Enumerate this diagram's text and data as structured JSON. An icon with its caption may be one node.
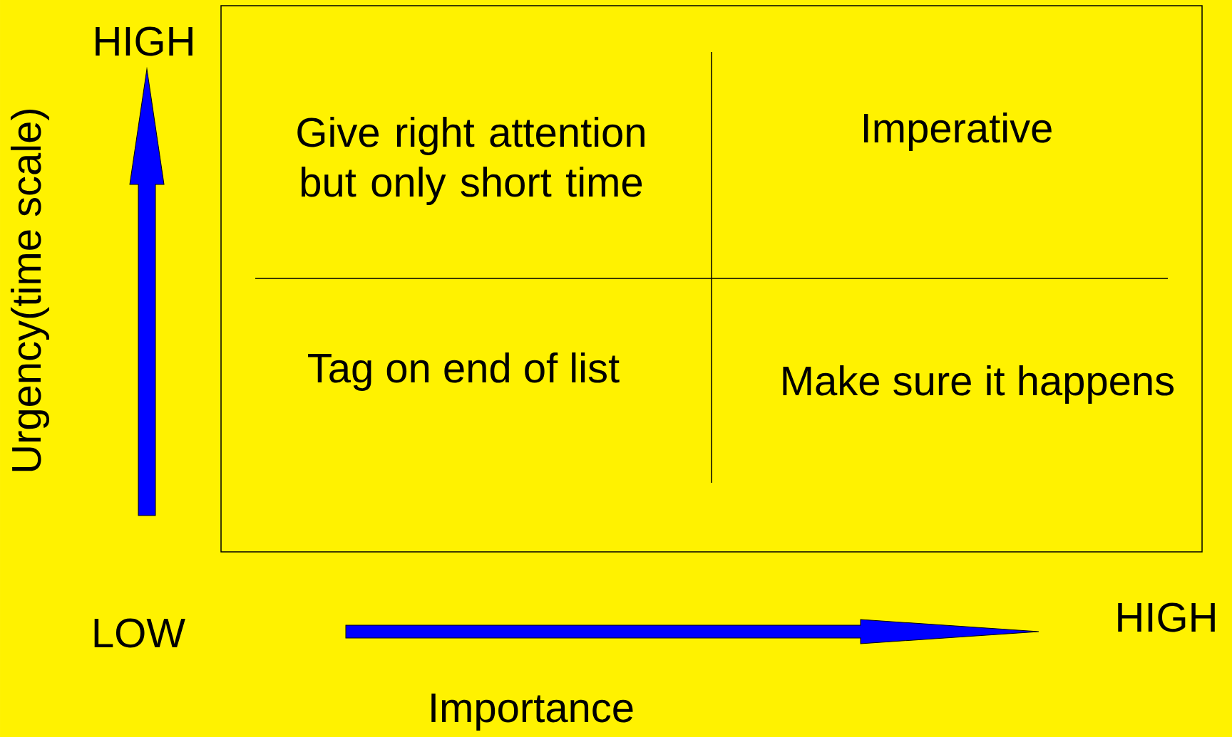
{
  "diagram": {
    "labels": [
      "HIGH",
      "Urgency(time scale)",
      "Give right attention but only short time",
      "Imperative",
      "Tag on end of list",
      "Make sure it happens",
      "LOW",
      "HIGH",
      "Importance"
    ]
  }
}
